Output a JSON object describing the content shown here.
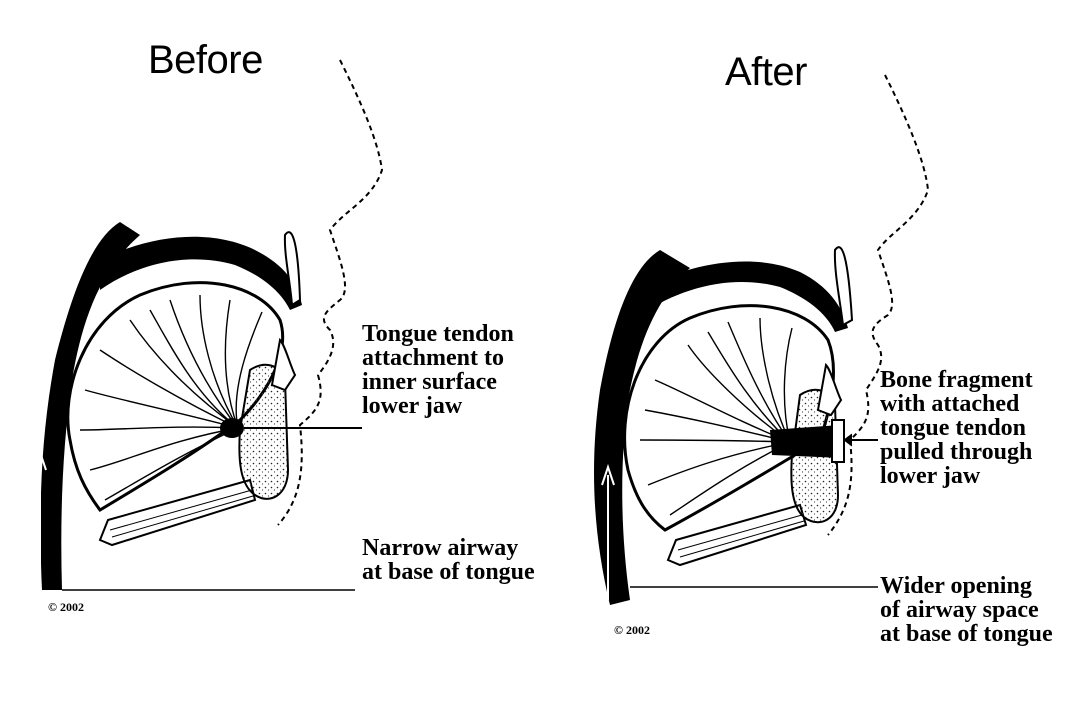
{
  "before": {
    "title": "Before",
    "tendon_label": [
      "Tongue tendon",
      "attachment to",
      "inner surface",
      "lower jaw"
    ],
    "airway_label": [
      "Narrow airway",
      "at base of tongue"
    ],
    "copyright": "© 2002"
  },
  "after": {
    "title": "After",
    "fragment_label": [
      "Bone fragment",
      "with attached",
      "tongue tendon",
      "pulled through",
      "lower jaw"
    ],
    "airway_label": [
      "Wider opening",
      "of airway space",
      "at base of tongue"
    ],
    "copyright": "© 2002"
  }
}
